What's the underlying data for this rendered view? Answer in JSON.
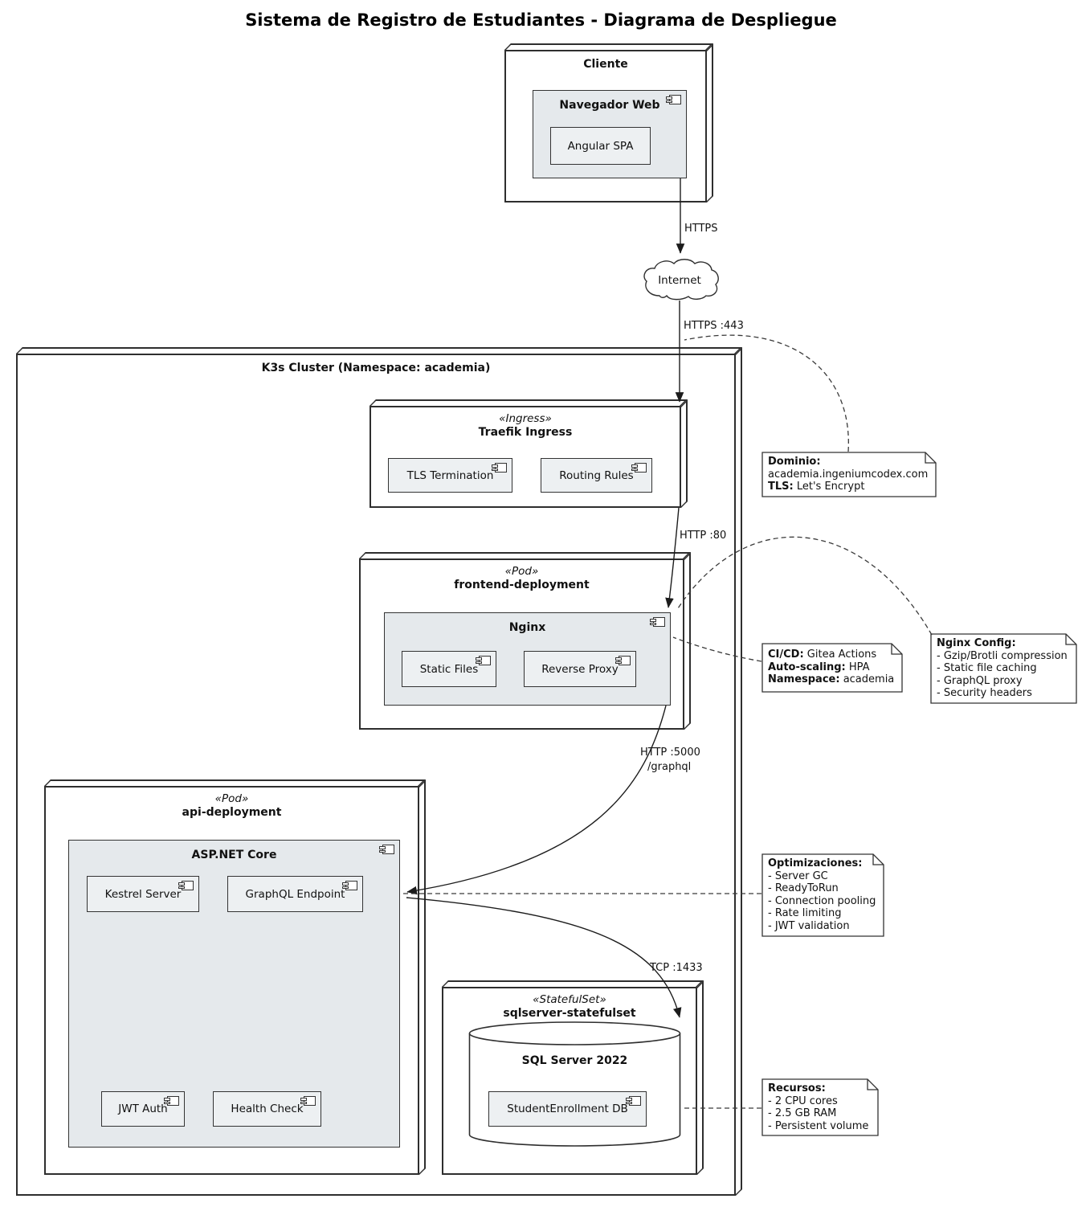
{
  "title": "Sistema de Registro de Estudiantes - Diagrama de Despliegue",
  "nodes": {
    "cliente": "Cliente",
    "navegador_web": "Navegador Web",
    "angular_spa": "Angular SPA",
    "internet": "Internet",
    "k3s_cluster": "K3s Cluster (Namespace: academia)",
    "traefik_stereotype": "«Ingress»",
    "traefik": "Traefik Ingress",
    "tls_termination": "TLS Termination",
    "routing_rules": "Routing Rules",
    "frontend_stereotype": "«Pod»",
    "frontend": "frontend-deployment",
    "nginx": "Nginx",
    "static_files": "Static Files",
    "reverse_proxy": "Reverse Proxy",
    "api_stereotype": "«Pod»",
    "api": "api-deployment",
    "aspnet_core": "ASP.NET Core",
    "kestrel": "Kestrel Server",
    "graphql_endpoint": "GraphQL Endpoint",
    "jwt_auth": "JWT Auth",
    "health_check": "Health Check",
    "statefulset_stereotype": "«StatefulSet»",
    "statefulset": "sqlserver-statefulset",
    "sql_server": "SQL Server 2022",
    "student_db": "StudentEnrollment DB"
  },
  "edges": {
    "client_to_internet": "HTTPS",
    "internet_to_ingress": "HTTPS :443",
    "ingress_to_nginx": "HTTP :80",
    "nginx_to_api_line1": "HTTP :5000",
    "nginx_to_api_line2": "/graphql",
    "api_to_sql": "TCP :1433"
  },
  "notes": {
    "dominio": {
      "lines": [
        [
          "Dominio:",
          ""
        ],
        [
          "",
          "academia.ingeniumcodex.com"
        ],
        [
          "TLS:",
          " Let's Encrypt"
        ]
      ]
    },
    "cicd": {
      "lines": [
        [
          "CI/CD:",
          " Gitea Actions"
        ],
        [
          "Auto-scaling:",
          " HPA"
        ],
        [
          "Namespace:",
          " academia"
        ]
      ]
    },
    "nginx_config": {
      "lines": [
        [
          "Nginx Config:",
          ""
        ],
        [
          "",
          "- Gzip/Brotli compression"
        ],
        [
          "",
          "- Static file caching"
        ],
        [
          "",
          "- GraphQL proxy"
        ],
        [
          "",
          "- Security headers"
        ]
      ]
    },
    "optimizaciones": {
      "lines": [
        [
          "Optimizaciones:",
          ""
        ],
        [
          "",
          "- Server GC"
        ],
        [
          "",
          "- ReadyToRun"
        ],
        [
          "",
          "- Connection pooling"
        ],
        [
          "",
          "- Rate limiting"
        ],
        [
          "",
          "- JWT validation"
        ]
      ]
    },
    "recursos": {
      "lines": [
        [
          "Recursos:",
          ""
        ],
        [
          "",
          "- 2 CPU cores"
        ],
        [
          "",
          "- 2.5 GB RAM"
        ],
        [
          "",
          "- Persistent volume"
        ]
      ]
    }
  },
  "colors": {
    "border": "#2e2e2e",
    "line": "#1c1c1c",
    "component_fill": "#e5e9ec",
    "inner_component_fill": "#edf0f2",
    "node_fill": "#ffffff",
    "note_fill": "#ffffff"
  }
}
